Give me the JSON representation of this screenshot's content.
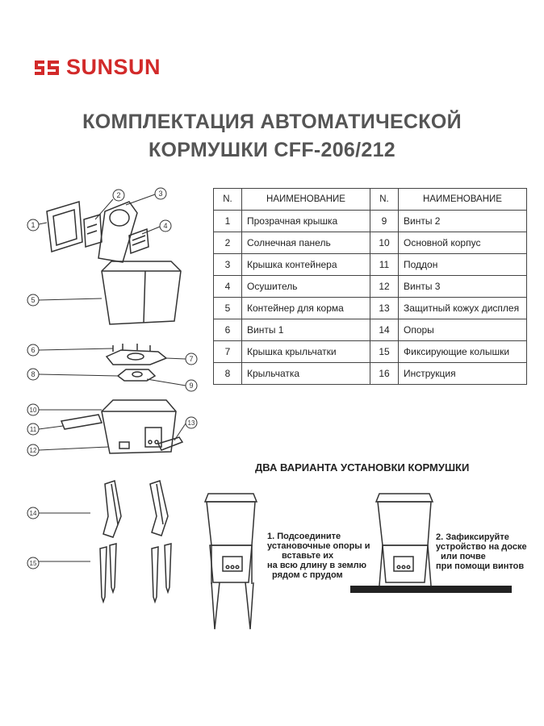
{
  "brand": {
    "name": "SUNSUN",
    "color": "#d22a2a"
  },
  "title": {
    "line1": "КОМПЛЕКТАЦИЯ АВТОМАТИЧЕСКОЙ",
    "line2": "КОРМУШКИ CFF-206/212"
  },
  "table": {
    "headers": [
      "N.",
      "НАИМЕНОВАНИЕ",
      "N.",
      "НАИМЕНОВАНИЕ"
    ],
    "rows": [
      [
        {
          "n": "1",
          "name": "Прозрачная крышка"
        },
        {
          "n": "9",
          "name": "Винты 2"
        }
      ],
      [
        {
          "n": "2",
          "name": "Солнечная панель"
        },
        {
          "n": "10",
          "name": "Основной корпус"
        }
      ],
      [
        {
          "n": "3",
          "name": "Крышка контейнера"
        },
        {
          "n": "11",
          "name": "Поддон"
        }
      ],
      [
        {
          "n": "4",
          "name": "Осушитель"
        },
        {
          "n": "12",
          "name": "Винты 3"
        }
      ],
      [
        {
          "n": "5",
          "name": "Контейнер для корма"
        },
        {
          "n": "13",
          "name": "Защитный кожух дисплея"
        }
      ],
      [
        {
          "n": "6",
          "name": "Винты 1"
        },
        {
          "n": "14",
          "name": "Опоры"
        }
      ],
      [
        {
          "n": "7",
          "name": "Крышка крыльчатки"
        },
        {
          "n": "15",
          "name": "Фиксирующие колышки"
        }
      ],
      [
        {
          "n": "8",
          "name": "Крыльчатка"
        },
        {
          "n": "16",
          "name": "Инструкция"
        }
      ]
    ]
  },
  "installation": {
    "title": "ДВА ВАРИАНТА УСТАНОВКИ КОРМУШКИ",
    "option1": [
      "1. Подсоедините",
      "установочные опоры и",
      "вставьте их",
      "на всю длину в землю",
      "рядом с прудом"
    ],
    "option2": [
      "2. Зафиксируйте",
      "устройство на доске",
      "или почве",
      "при помощи винтов"
    ]
  },
  "callouts": {
    "c1": "1",
    "c2": "2",
    "c3": "3",
    "c4": "4",
    "c5": "5",
    "c6": "6",
    "c7": "7",
    "c8": "8",
    "c9": "9",
    "c10": "10",
    "c11": "11",
    "c12": "12",
    "c13": "13",
    "c14": "14",
    "c15": "15"
  }
}
